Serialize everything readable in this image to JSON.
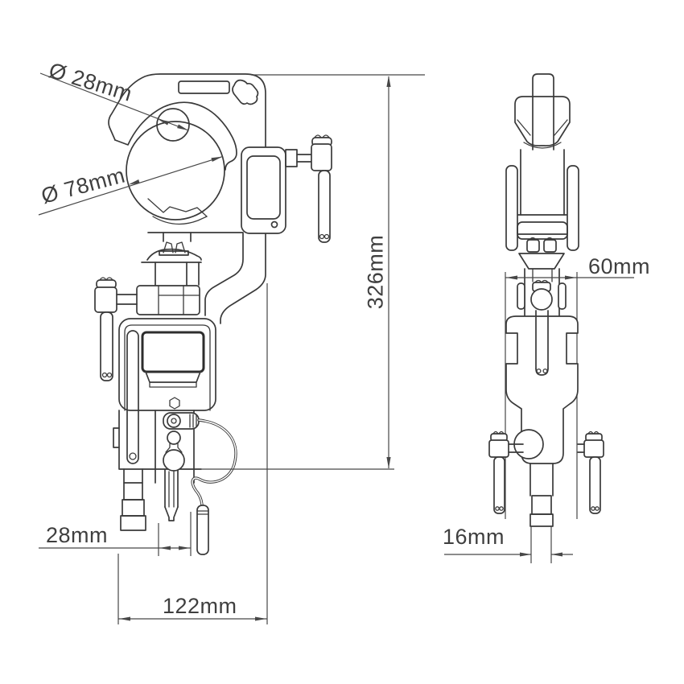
{
  "page": {
    "background": "#ffffff"
  },
  "drawing": {
    "line_color": "#3a3a3a",
    "dimension_color": "#474747",
    "views": {
      "count": 2
    },
    "dimensions": {
      "hook_inner_small": "Ø 28mm",
      "hook_inner_large": "Ø 78mm",
      "overall_height": "326mm",
      "body_width_side": "60mm",
      "pin_offset": "28mm",
      "overall_width_front": "122mm",
      "spigot_diameter": "16mm"
    }
  }
}
